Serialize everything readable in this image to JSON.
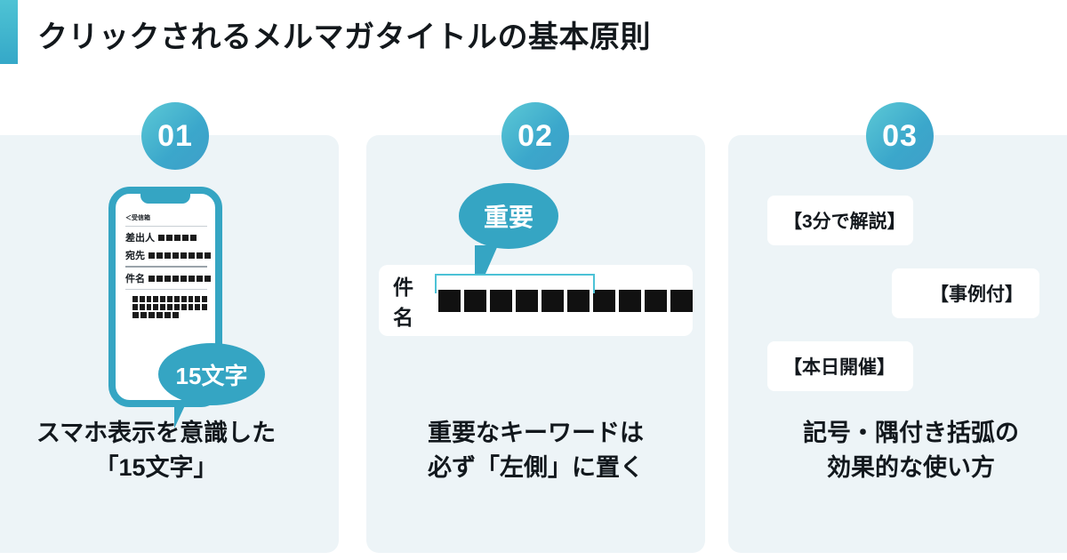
{
  "header": {
    "title": "クリックされるメルマガタイトルの基本原則",
    "accent_color": "#3ba7cb"
  },
  "theme": {
    "card_bg": "#edf4f7",
    "accent": "#35a5c3",
    "accent_light": "#4cc2d6",
    "text": "#13181d",
    "chip_bg": "#ffffff"
  },
  "cards": [
    {
      "number": "01",
      "caption_line1": "スマホ表示を意識した",
      "caption_line2": "「15文字」",
      "phone": {
        "back_label": "＜受信箱",
        "from_label": "差出人",
        "from_blocks": 5,
        "to_label": "宛先",
        "to_blocks": 8,
        "subject_label": "件名",
        "subject_blocks": 8,
        "body_rows": [
          11,
          11,
          6
        ]
      },
      "bubble": "15文字"
    },
    {
      "number": "02",
      "caption_line1": "重要なキーワードは",
      "caption_line2": "必ず「左側」に置く",
      "bubble": "重要",
      "subject_label": "件名",
      "subject_squares": 10,
      "highlight_squares": 6
    },
    {
      "number": "03",
      "caption_line1": "記号・隅付き括弧の",
      "caption_line2": "効果的な使い方",
      "chips": [
        "【3分で解説】",
        "【事例付】",
        "【本日開催】"
      ]
    }
  ]
}
